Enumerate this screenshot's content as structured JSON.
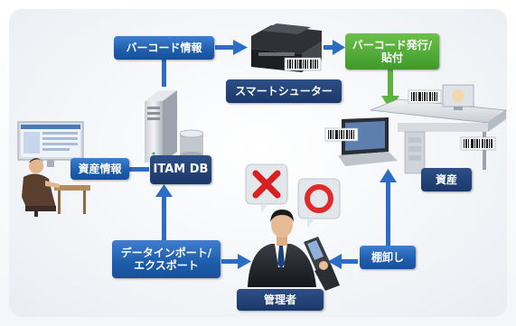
{
  "labels": {
    "barcode_info": "バーコード情報",
    "smart_shooter": "スマートシューター",
    "barcode_issue": "バーコード発行/\n貼付",
    "asset_info": "資産情報",
    "itam_db": "ITAM DB",
    "asset": "資産",
    "data_import_export": "データインポート/\nエクスポート",
    "inventory": "棚卸し",
    "administrator": "管理者"
  },
  "colors": {
    "blue_box": "#1f5fae",
    "navy_box": "#1b3869",
    "green_box": "#3f9a2a",
    "arrow": "#2b6cc4",
    "green_arrow": "#5cb33c",
    "x_mark": "#d72020",
    "o_mark": "#e02a2a"
  },
  "icons": [
    "monitor-icon",
    "office-worker-icon",
    "server-icon",
    "scanner-icon",
    "laptop-icon",
    "desk-icon",
    "x-mark-icon",
    "o-mark-icon",
    "manager-icon",
    "handheld-scanner-icon"
  ]
}
